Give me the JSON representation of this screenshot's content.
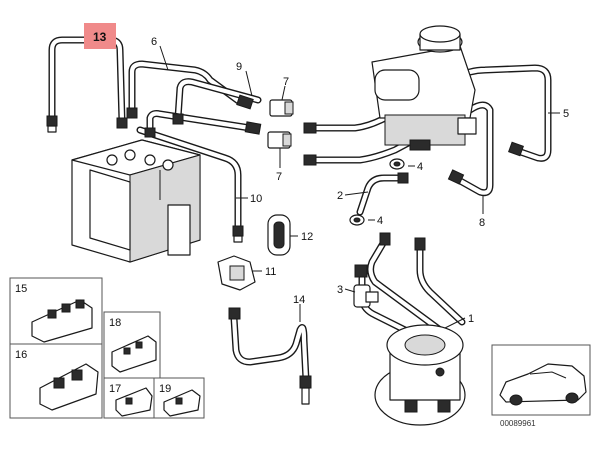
{
  "highlight_color": "#f08a8a",
  "callouts": {
    "c1": "1",
    "c2": "2",
    "c3": "3",
    "c4a": "4",
    "c4b": "4",
    "c5": "5",
    "c6": "6",
    "c7a": "7",
    "c7b": "7",
    "c8": "8",
    "c9": "9",
    "c10": "10",
    "c11": "11",
    "c12": "12",
    "c13": "13",
    "c14": "14",
    "c15": "15",
    "c16": "16",
    "c17": "17",
    "c18": "18",
    "c19": "19"
  },
  "reference_code": "00089961",
  "icons": [
    "brake-line-pipe",
    "abs-hydraulic-unit",
    "brake-fluid-reservoir",
    "brake-booster",
    "pipe-clip",
    "car-silhouette"
  ]
}
